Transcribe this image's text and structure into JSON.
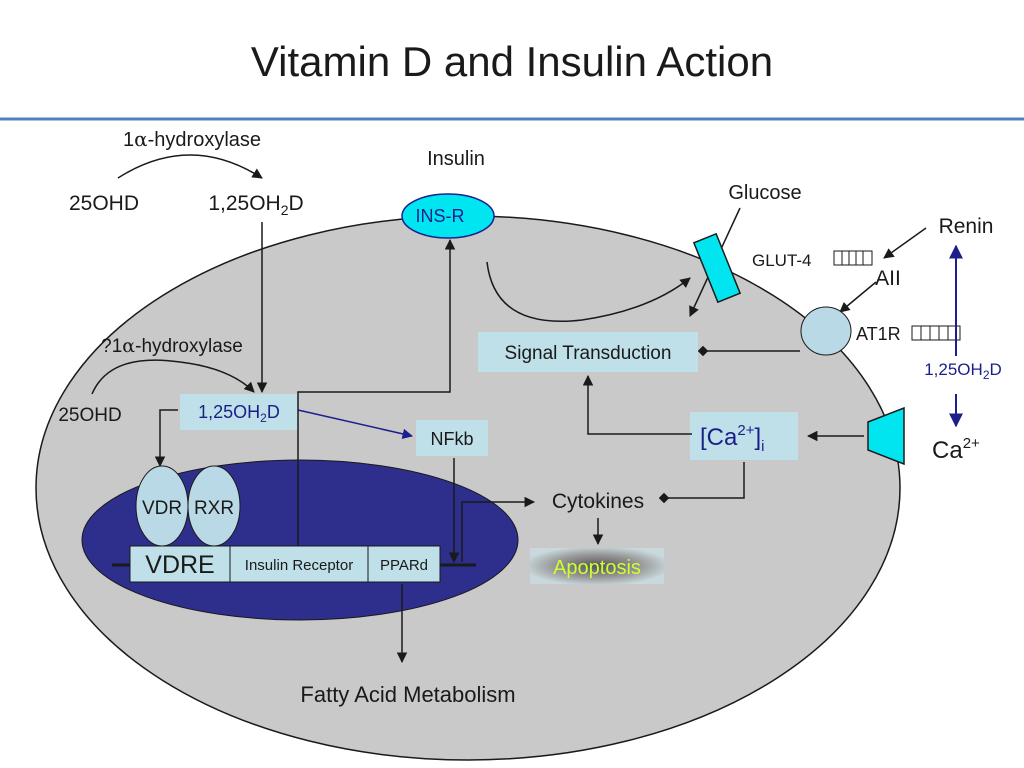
{
  "title": "Vitamin D and Insulin Action",
  "colors": {
    "divider": "#4f81bd",
    "cell_fill": "#c9c9c9",
    "nucleus_fill": "#2e2e8c",
    "receptor_cyan": "#00e5f0",
    "label_box": "#bfe0e8",
    "oval_light": "#b9d9e6",
    "apoptosis_text": "#ccff33"
  },
  "labels": {
    "alpha_hydroxylase_top": {
      "pre": "1",
      "greek": "α",
      "post": "-hydroxylase"
    },
    "d25ohd_top": "25OHD",
    "d125oh2d_top": {
      "main": "1,25OH",
      "sub": "2",
      "post": "D"
    },
    "insulin": "Insulin",
    "ins_r": "INS-R",
    "glucose": "Glucose",
    "glut4": "GLUT-4",
    "renin": "Renin",
    "aii": "AII",
    "at1r": "AT1R",
    "d125oh2d_right": {
      "main": "1,25OH",
      "sub": "2",
      "post": "D"
    },
    "ca_out": {
      "main": "Ca",
      "sup": "2+"
    },
    "alpha_hydroxylase_mid": {
      "pre": "?1",
      "greek": "α",
      "post": "-hydroxylase"
    },
    "d25ohd_mid": "25OHD",
    "d125oh2d_mid": {
      "main": "1,25OH",
      "sub": "2",
      "post": "D"
    },
    "signal_transduction": "Signal Transduction",
    "ca_in": {
      "open": "[Ca",
      "sup": "2+",
      "close": "]",
      "sub": "i"
    },
    "nfkb": "NFkb",
    "cytokines": "Cytokines",
    "apoptosis": "Apoptosis",
    "vdr": "VDR",
    "rxr": "RXR",
    "vdre": "VDRE",
    "insulin_receptor": "Insulin Receptor",
    "ppard": "PPARd",
    "fatty_acid_metabolism": "Fatty Acid Metabolism"
  }
}
